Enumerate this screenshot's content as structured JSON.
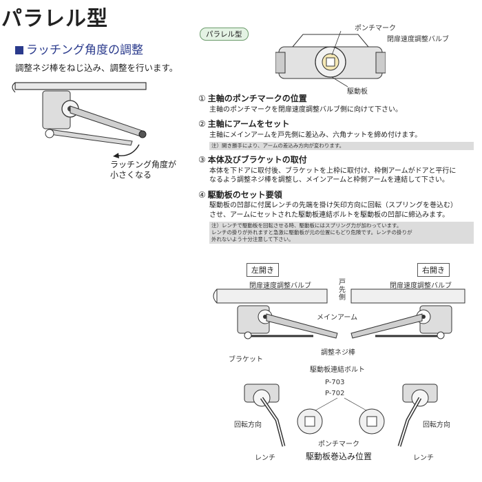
{
  "page": {
    "title": "パラレル型",
    "section_title": "ラッチング角度の調整",
    "lead_text": "調整ネジ棒をねじ込み、調整を行います。",
    "left_caption": [
      "ラッチング角度が",
      "小さくなる"
    ]
  },
  "top_figure": {
    "badge": "パラレル型",
    "labels": {
      "punch_mark": "ポンチマーク",
      "valve": "閉扉速度調整バルブ",
      "drive_plate": "駆動板"
    }
  },
  "steps": [
    {
      "num": "①",
      "heading": "主軸のポンチマークの位置",
      "body": [
        "主軸のポンチマークを閉扉速度調整バルブ側に向けて下さい。"
      ],
      "note": []
    },
    {
      "num": "②",
      "heading": "主軸にアームをセット",
      "body": [
        "主軸にメインアームを戸先側に差込み、六角ナットを締め付けます。"
      ],
      "note": [
        "注）開き勝手により、アームの差込み方向が変わります。"
      ]
    },
    {
      "num": "③",
      "heading": "本体及びブラケットの取付",
      "body": [
        "本体を下ドアに取付後、ブラケットを上枠に取付け、枠側アームがドアと平行に",
        "なるよう調整ネジ棒を調整し、メインアームと枠側アームを連結して下さい。"
      ],
      "note": []
    },
    {
      "num": "④",
      "heading": "駆動板のセット要領",
      "body": [
        "駆動板の凹部に付属レンチの先端を掛け矢印方向に回転（スプリングを巻込む）",
        "させ、アームにセットされた駆動板連結ボルトを駆動板の凹部に締込みます。"
      ],
      "note": [
        "注）レンチで駆動板を回転させる時、駆動板にはスプリング力が加わっています。",
        "レンチの掛りが外れますと急激に駆動板が元の位置にもどり危険です。レンチの掛りが",
        "外れないよう十分注意して下さい。"
      ]
    }
  ],
  "bottom_figure": {
    "left_open": "左開き",
    "right_open": "右開き",
    "valve_left": "閉扉速度調整バルブ",
    "valve_right": "閉扉速度調整バルブ",
    "door_tip": [
      "戸",
      "先",
      "側"
    ],
    "main_arm": "メインアーム",
    "adjust_rod": "調整ネジ棒",
    "bracket": "ブラケット",
    "bolt": "駆動板連結ボルト",
    "p703": "P-703",
    "p702": "P-702",
    "rotation_left": "回転方向",
    "rotation_right": "回転方向",
    "wrench_left": "レンチ",
    "wrench_right": "レンチ",
    "punch_mark": "ポンチマーク",
    "caption": "駆動板巻込み位置"
  }
}
